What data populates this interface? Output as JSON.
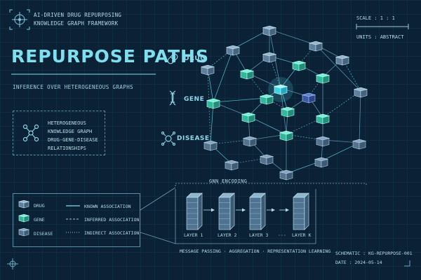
{
  "header": {
    "line1": "AI-DRIVEN DRUG REPURPOSING",
    "line2": "KNOWLEDGE GRAPH FRAMEWORK",
    "icon": "crosshair-icon"
  },
  "title": "REPURPOSE PATHS",
  "subtitle": "INFERENCE OVER HETEROGENEOUS GRAPHS",
  "description": {
    "line1": "HETEROGENEOUS",
    "line2": "KNOWLEDGE GRAPH",
    "line3": "DRUG-GENE-DISEASE",
    "line4": "RELATIONSHIPS",
    "icon": "network-icon"
  },
  "scale": {
    "label": "SCALE : 1 : 1",
    "units": "UNITS : ABSTRACT"
  },
  "layers": [
    {
      "label": "DRUG",
      "icon": "pill-icon"
    },
    {
      "label": "GENE",
      "icon": "dna-icon"
    },
    {
      "label": "DISEASE",
      "icon": "virus-icon"
    }
  ],
  "legend": {
    "nodes": [
      {
        "label": "DRUG",
        "color": "#6f8fae"
      },
      {
        "label": "GENE",
        "color": "#3fc9b0"
      },
      {
        "label": "DISEASE",
        "color": "#7a9ab8"
      }
    ],
    "edges": [
      {
        "label": "KNOWN ASSOCIATION",
        "style": "solid"
      },
      {
        "label": "INFERRED ASSOCIATION",
        "style": "dashed"
      },
      {
        "label": "INDIRECT ASSOCIATION",
        "style": "dotted"
      }
    ]
  },
  "gnn": {
    "title": "GNN ENCODING",
    "layers": [
      "LAYER 1",
      "LAYER 2",
      "LAYER 3",
      "···",
      "LAYER K"
    ],
    "caption": "MESSAGE PASSING · AGGREGATION · REPRESENTATION LEARNING"
  },
  "footer": {
    "schematic": "SCHEMATIC : KG-REPURPOSE-001",
    "date": "DATE : 2024-05-14"
  },
  "colors": {
    "background": "#0b2236",
    "accent": "#7ee0ef",
    "gene": "#3fc9b0",
    "highlight": "#5fe8f5"
  }
}
